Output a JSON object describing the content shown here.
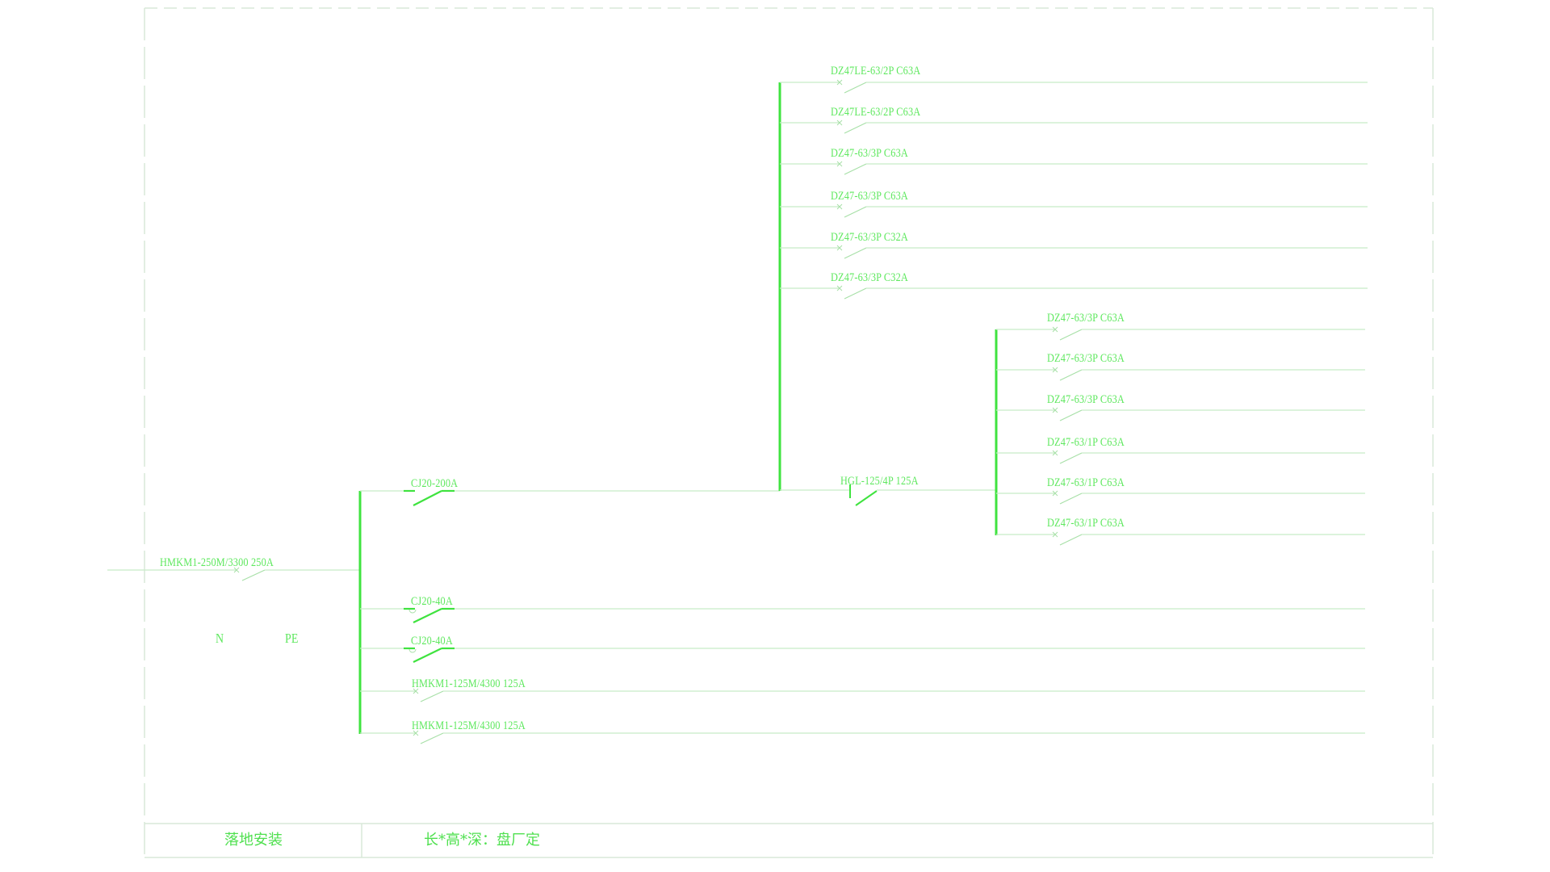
{
  "colors": {
    "bus": "#3fe33f",
    "wire": "#c8ecc8",
    "symbol": "#a8e0a8",
    "contactor": "#3fe33f",
    "text": "#5ee85e",
    "frame": "#d8e8d8"
  },
  "incoming": {
    "breaker_label": "HMKM1-250M/3300 250A",
    "n_label": "N",
    "pe_label": "PE"
  },
  "main_bus_branches": [
    {
      "label": "CJ20-200A",
      "type": "contactor"
    },
    {
      "label": "CJ20-40A",
      "type": "contactor"
    },
    {
      "label": "CJ20-40A",
      "type": "contactor"
    },
    {
      "label": "HMKM1-125M/4300 125A",
      "type": "breaker"
    },
    {
      "label": "HMKM1-125M/4300 125A",
      "type": "breaker"
    }
  ],
  "upper_bus_branches": [
    {
      "label": "DZ47LE-63/2P C63A"
    },
    {
      "label": "DZ47LE-63/2P C63A"
    },
    {
      "label": "DZ47-63/3P C63A"
    },
    {
      "label": "DZ47-63/3P C63A"
    },
    {
      "label": "DZ47-63/3P C32A"
    },
    {
      "label": "DZ47-63/3P C32A"
    }
  ],
  "isolator": {
    "label": "HGL-125/4P 125A"
  },
  "right_bus_branches": [
    {
      "label": "DZ47-63/3P C63A"
    },
    {
      "label": "DZ47-63/3P C63A"
    },
    {
      "label": "DZ47-63/3P C63A"
    },
    {
      "label": "DZ47-63/1P C63A"
    },
    {
      "label": "DZ47-63/1P C63A"
    },
    {
      "label": "DZ47-63/1P C63A"
    }
  ],
  "footer": {
    "installation": "落地安装",
    "dimensions": "长*高*深：盘厂定"
  }
}
